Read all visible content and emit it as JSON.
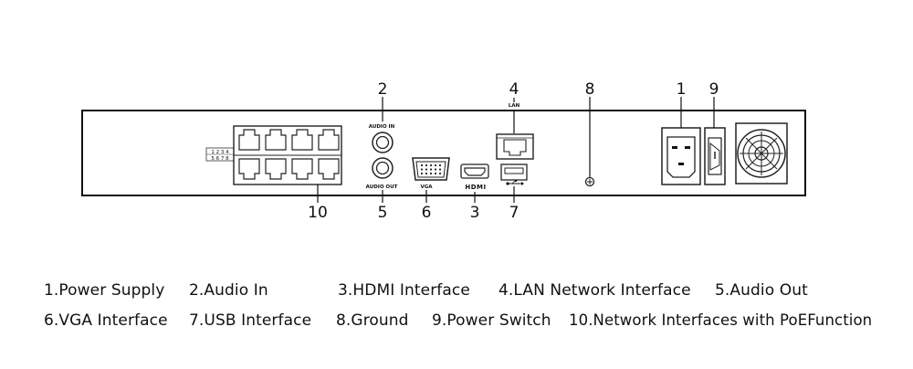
{
  "callouts": {
    "c1": "1",
    "c2": "2",
    "c3": "3",
    "c4": "4",
    "c5": "5",
    "c6": "6",
    "c7": "7",
    "c8": "8",
    "c9": "9",
    "c10": "10"
  },
  "panel_labels": {
    "audio_in": "AUDIO IN",
    "audio_out": "AUDIO OUT",
    "vga": "VGA",
    "lan": "LAN",
    "hdmi": "HDMI",
    "port_numbers_top": "1 2 3 4",
    "port_numbers_bottom": "5 6 7 8"
  },
  "legend": [
    "1.Power Supply",
    "2.Audio In",
    "3.HDMI Interface",
    "4.LAN Network Interface",
    "5.Audio Out",
    "6.VGA Interface",
    "7.USB Interface",
    "8.Ground",
    "9.Power Switch",
    "10.Network Interfaces with PoEFunction"
  ]
}
